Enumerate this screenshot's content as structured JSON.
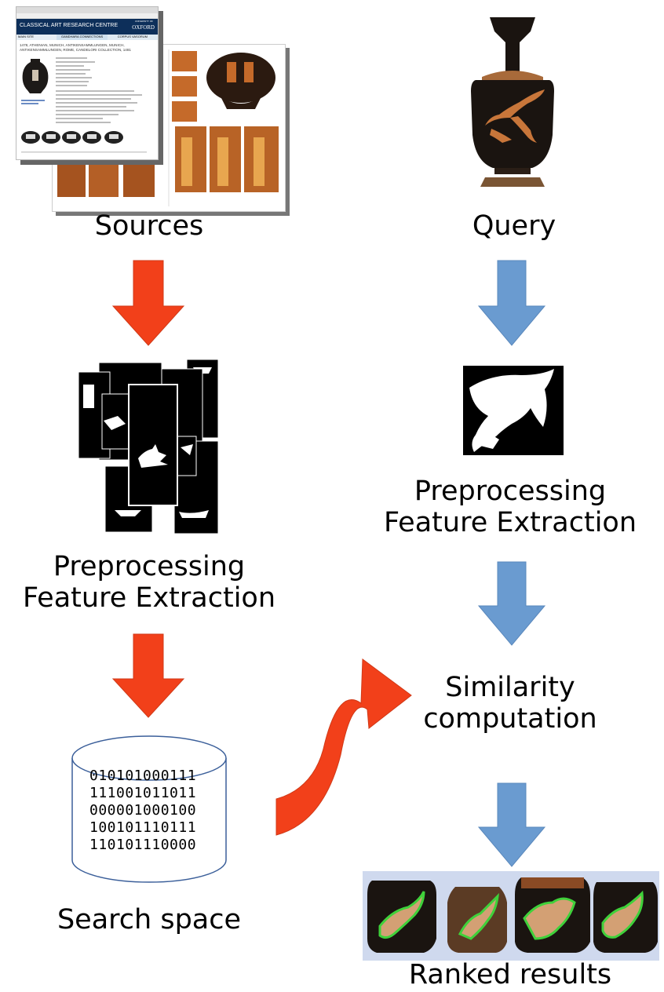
{
  "labels": {
    "sources": "Sources",
    "query": "Query",
    "prep_left_line1": "Preprocessing",
    "prep_left_line2": "Feature Extraction",
    "prep_right_line1": "Preprocessing",
    "prep_right_line2": "Feature Extraction",
    "similarity_line1": "Similarity",
    "similarity_line2": "computation",
    "search_space": "Search space",
    "ranked_results": "Ranked results"
  },
  "website": {
    "title": "CLASSICAL ART RESEARCH CENTRE",
    "brand": "OXFORD",
    "brand_small": "UNIVERSITY OF",
    "nav": [
      "MAIN SITE",
      "GANDHARA CONNECTIONS",
      "CORPUS VASORUM"
    ],
    "heading": "1478, ATHENIAN, MUNICH, ANTIKENSAMMLUNGEN, MUNICH, ANTIKENSAMMLUNGEN, ROME, CANDELORI COLLECTION, 1481"
  },
  "binary_rows": [
    "010101000111",
    "111001011011",
    "000001000100",
    "100101110111",
    "110101110000"
  ],
  "colors": {
    "red_arrow": "#f2401a",
    "blue_arrow": "#6a9bd0",
    "vase_black": "#1a1410",
    "terracotta": "#c8763a",
    "green_outline": "#3fd13a"
  }
}
